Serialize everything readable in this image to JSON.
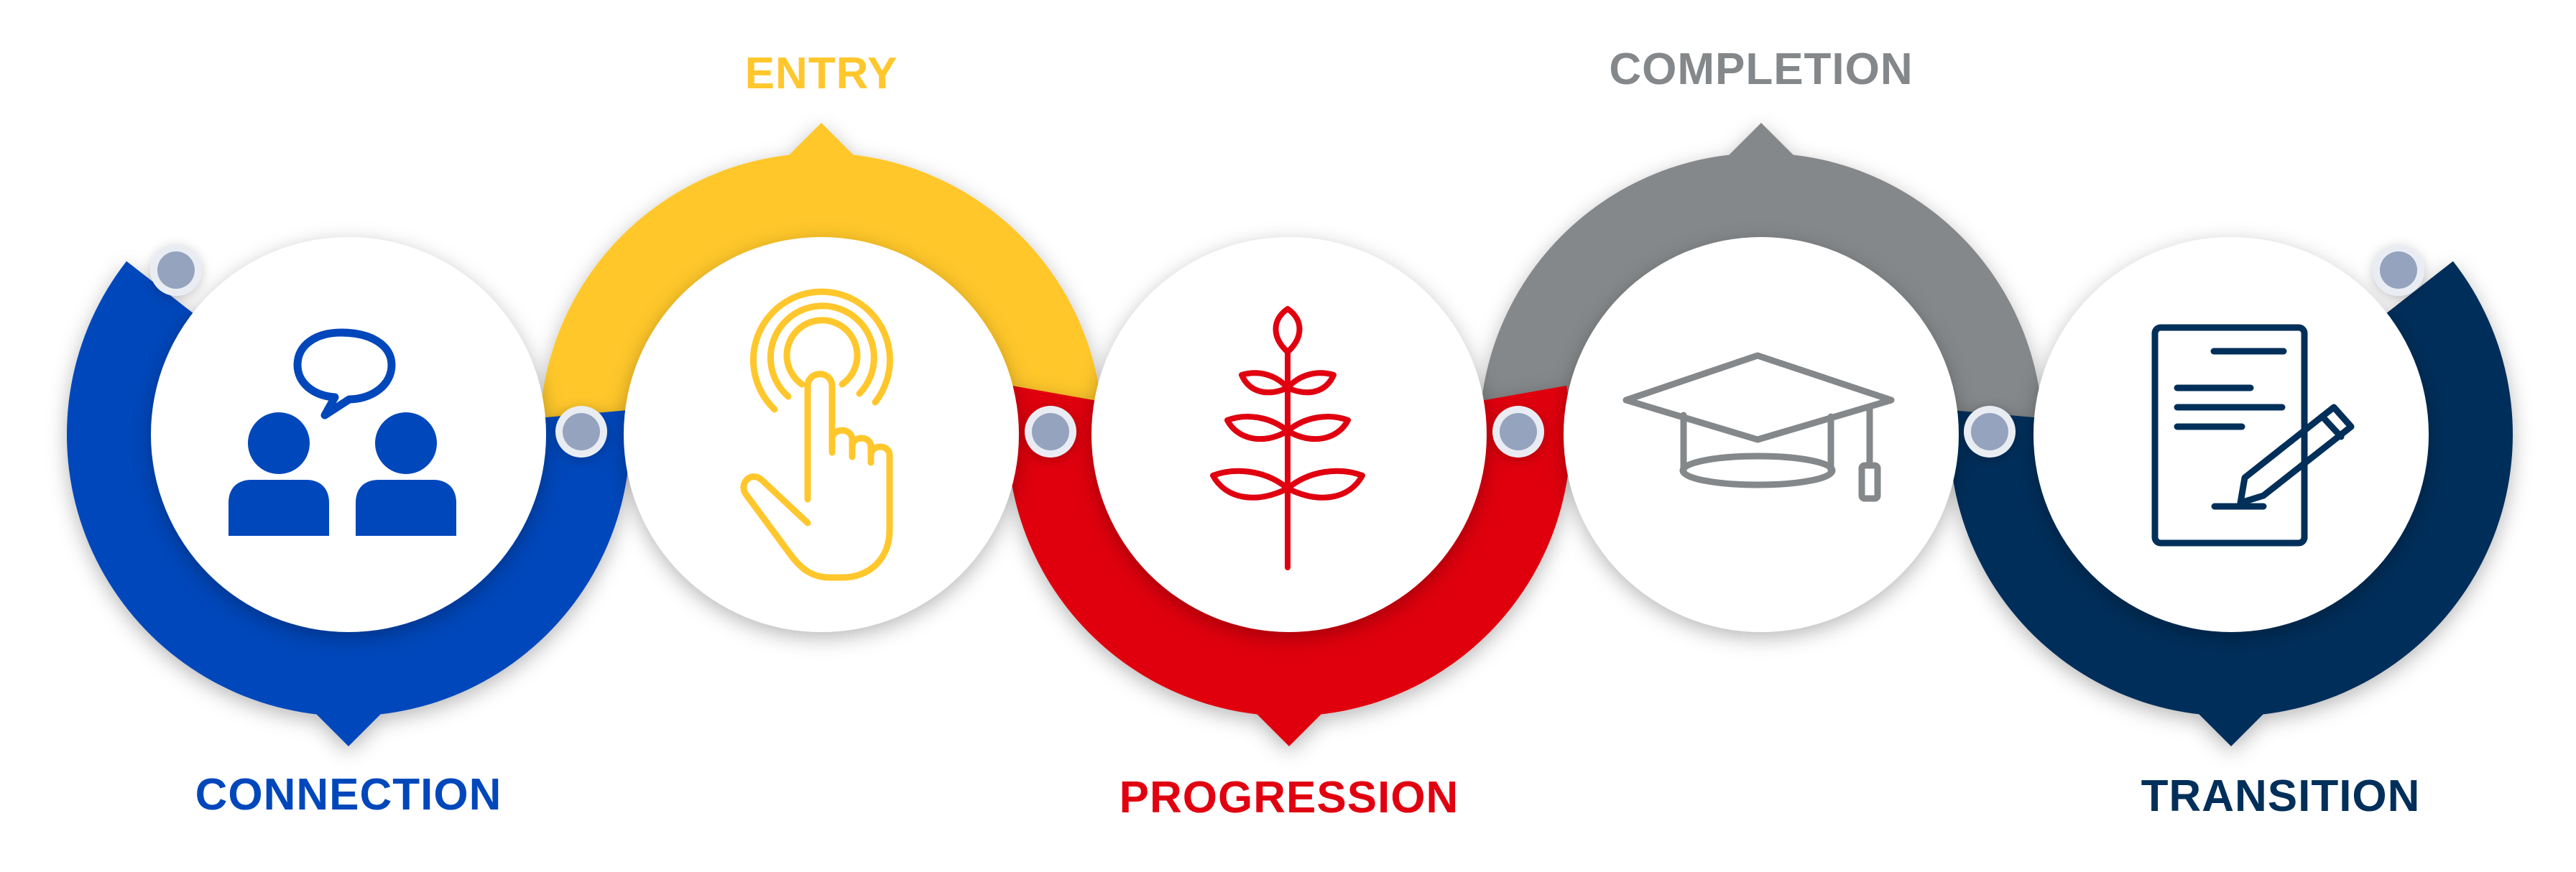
{
  "steps": [
    {
      "label": "CONNECTION",
      "color": "#0047BB",
      "icon": "people-conversation-icon",
      "arc": "bottom"
    },
    {
      "label": "ENTRY",
      "color": "#FFC72C",
      "icon": "touch-hand-icon",
      "arc": "top"
    },
    {
      "label": "PROGRESSION",
      "color": "#E0000F",
      "icon": "sprouting-plant-icon",
      "arc": "bottom"
    },
    {
      "label": "COMPLETION",
      "color": "#85888A",
      "icon": "graduation-cap-icon",
      "arc": "top"
    },
    {
      "label": "TRANSITION",
      "color": "#002F5A",
      "icon": "document-pen-icon",
      "arc": "bottom"
    }
  ],
  "connector_color": "#95A3BE"
}
